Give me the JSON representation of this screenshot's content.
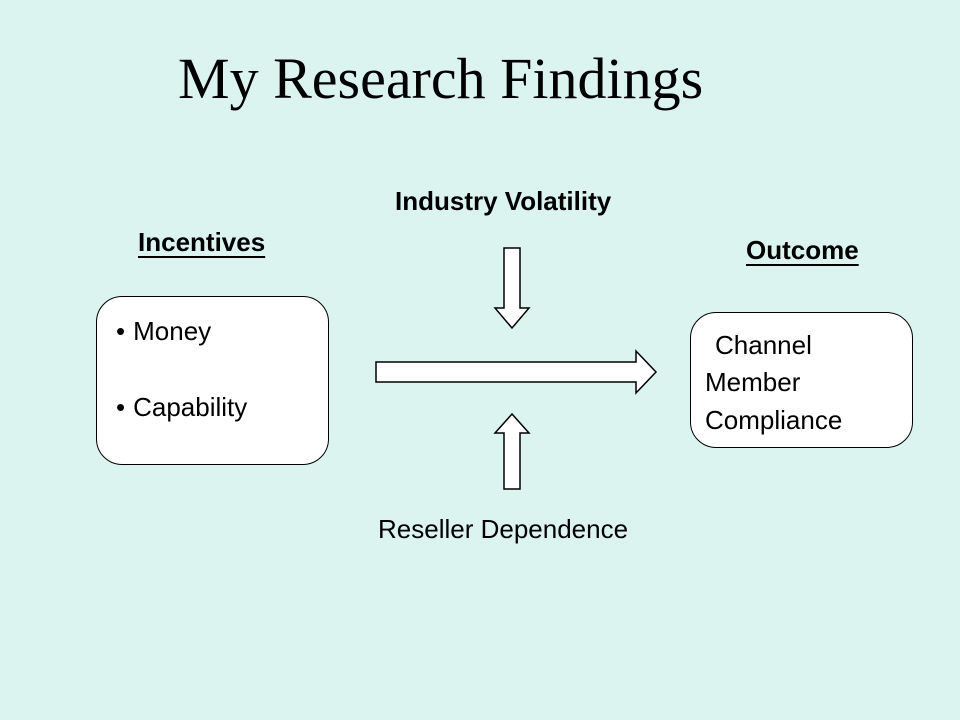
{
  "title": "My Research Findings",
  "diagram": {
    "incentives": {
      "heading": "Incentives",
      "items": [
        "Money",
        "Capability"
      ]
    },
    "moderator_top": "Industry Volatility",
    "moderator_bottom": "Reseller Dependence",
    "outcome": {
      "heading": "Outcome",
      "lines": [
        "Channel",
        "Member",
        "Compliance"
      ]
    }
  }
}
